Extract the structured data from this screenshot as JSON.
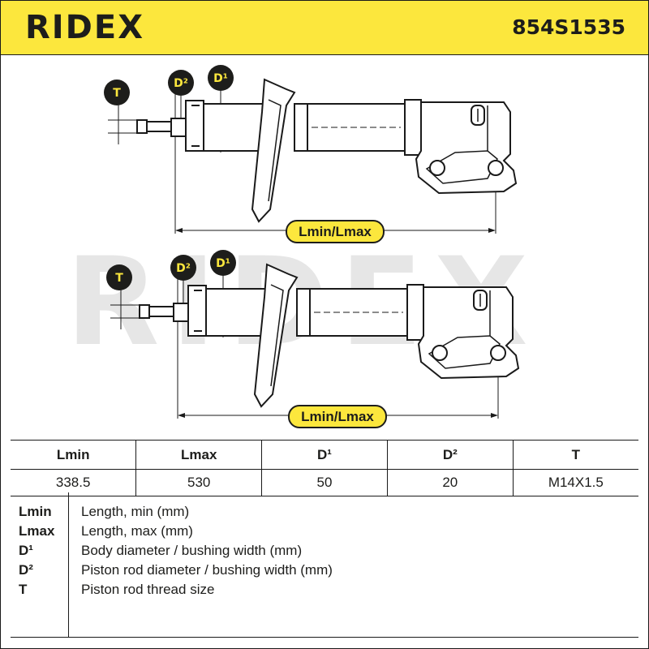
{
  "header": {
    "brand": "RIDEX",
    "part_number": "854S1535"
  },
  "drawing": {
    "watermark": "RIDEX",
    "badges": {
      "thread": "T",
      "rod_diameter": "D²",
      "body_diameter": "D¹"
    },
    "length_label": "Lmin/Lmax"
  },
  "specs": {
    "headers": [
      "Lmin",
      "Lmax",
      "D¹",
      "D²",
      "T"
    ],
    "values": [
      "338.5",
      "530",
      "50",
      "20",
      "M14X1.5"
    ]
  },
  "legend": [
    {
      "key": "Lmin",
      "desc": "Length, min (mm)"
    },
    {
      "key": "Lmax",
      "desc": "Length, max (mm)"
    },
    {
      "key": "D¹",
      "desc": "Body diameter / bushing width (mm)"
    },
    {
      "key": "D²",
      "desc": "Piston rod diameter / bushing width (mm)"
    },
    {
      "key": "T",
      "desc": "Piston rod thread size"
    }
  ],
  "colors": {
    "accent": "#fce73d",
    "ink": "#1d1d1b",
    "watermark": "#e6e6e6"
  }
}
